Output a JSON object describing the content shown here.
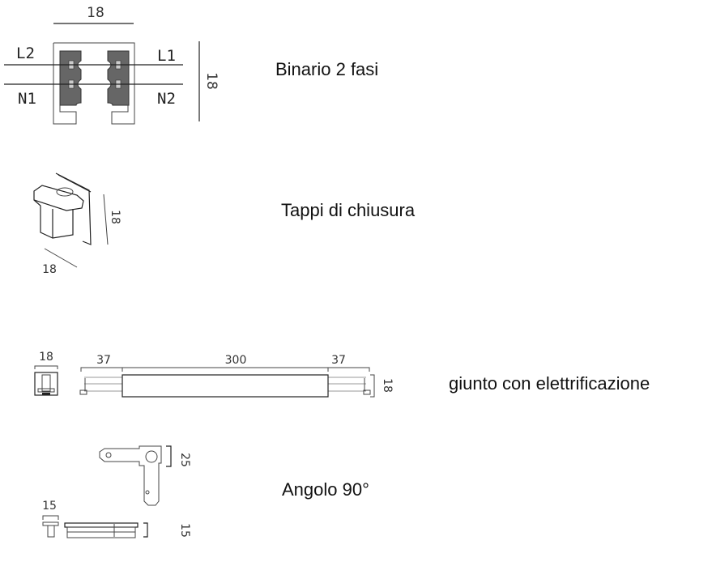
{
  "sections": [
    {
      "title": "Binario 2 fasi",
      "dims": {
        "width": "18",
        "height": "18"
      },
      "labels": [
        "L2",
        "L1",
        "N1",
        "N2"
      ]
    },
    {
      "title": "Tappi di chiusura",
      "dims": {
        "height": "18",
        "depth": "18"
      }
    },
    {
      "title": "giunto con elettrificazione",
      "dims": {
        "section_width": "18",
        "left": "37",
        "center": "300",
        "right": "37",
        "height": "18"
      }
    },
    {
      "title": "Angolo 90°",
      "dims": {
        "top_height": "25",
        "section_width": "15",
        "bottom_height": "15"
      }
    }
  ]
}
